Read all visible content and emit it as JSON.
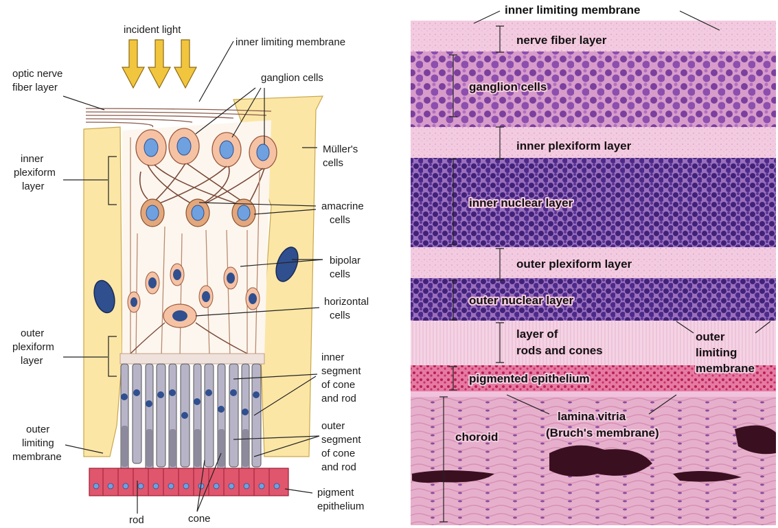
{
  "left_diagram": {
    "labels": {
      "incident_light": "incident light",
      "inner_limiting_membrane": "inner limiting membrane",
      "optic_nerve_fiber_layer": [
        "optic nerve",
        "fiber layer"
      ],
      "ganglion_cells": "ganglion cells",
      "mullers_cells": [
        "Müller's",
        "cells"
      ],
      "inner_plexiform_layer": [
        "inner",
        "plexiform",
        "layer"
      ],
      "amacrine_cells": [
        "amacrine",
        "cells"
      ],
      "bipolar_cells": [
        "bipolar",
        "cells"
      ],
      "horizontal_cells": [
        "horizontal",
        "cells"
      ],
      "outer_plexiform_layer": [
        "outer",
        "plexiform",
        "layer"
      ],
      "inner_segment": [
        "inner",
        "segment",
        "of cone",
        "and rod"
      ],
      "outer_limiting_membrane": [
        "outer",
        "limiting",
        "membrane"
      ],
      "outer_segment": [
        "outer",
        "segment",
        "of cone",
        "and rod"
      ],
      "pigment_epithelium": [
        "pigment",
        "epithelium"
      ],
      "rod": "rod",
      "cone": "cone"
    },
    "colors": {
      "muller": "#fbe6a6",
      "cell_body": "#f6c2a4",
      "nucleus": "#6fa1e0",
      "pigment": "#e0566d",
      "arrow": "#f2c53f"
    }
  },
  "right_micrograph": {
    "labels": {
      "inner_limiting_membrane": "inner limiting membrane",
      "nerve_fiber_layer": "nerve fiber layer",
      "ganglion_cells": "ganglion cells",
      "inner_plexiform_layer": "inner plexiform layer",
      "inner_nuclear_layer": "inner nuclear layer",
      "outer_plexiform_layer": "outer plexiform layer",
      "outer_nuclear_layer": "outer nuclear layer",
      "layer_of_rods_and_cones": [
        "layer of",
        "rods and cones"
      ],
      "outer_limiting_membrane": [
        "outer",
        "limiting",
        "membrane"
      ],
      "pigmented_epithelium": "pigmented epithelium",
      "lamina_vitria": [
        "lamina vitria",
        "(Bruch's membrane)"
      ],
      "choroid": "choroid"
    },
    "colors": {
      "plexiform": "#f0c4dc",
      "nuclear": "#4a2a86",
      "ganglion": "#8a4aa6",
      "choroid": "#e2a4c4",
      "pigment": "#d23c6c",
      "melanin": "#3a1020"
    }
  }
}
